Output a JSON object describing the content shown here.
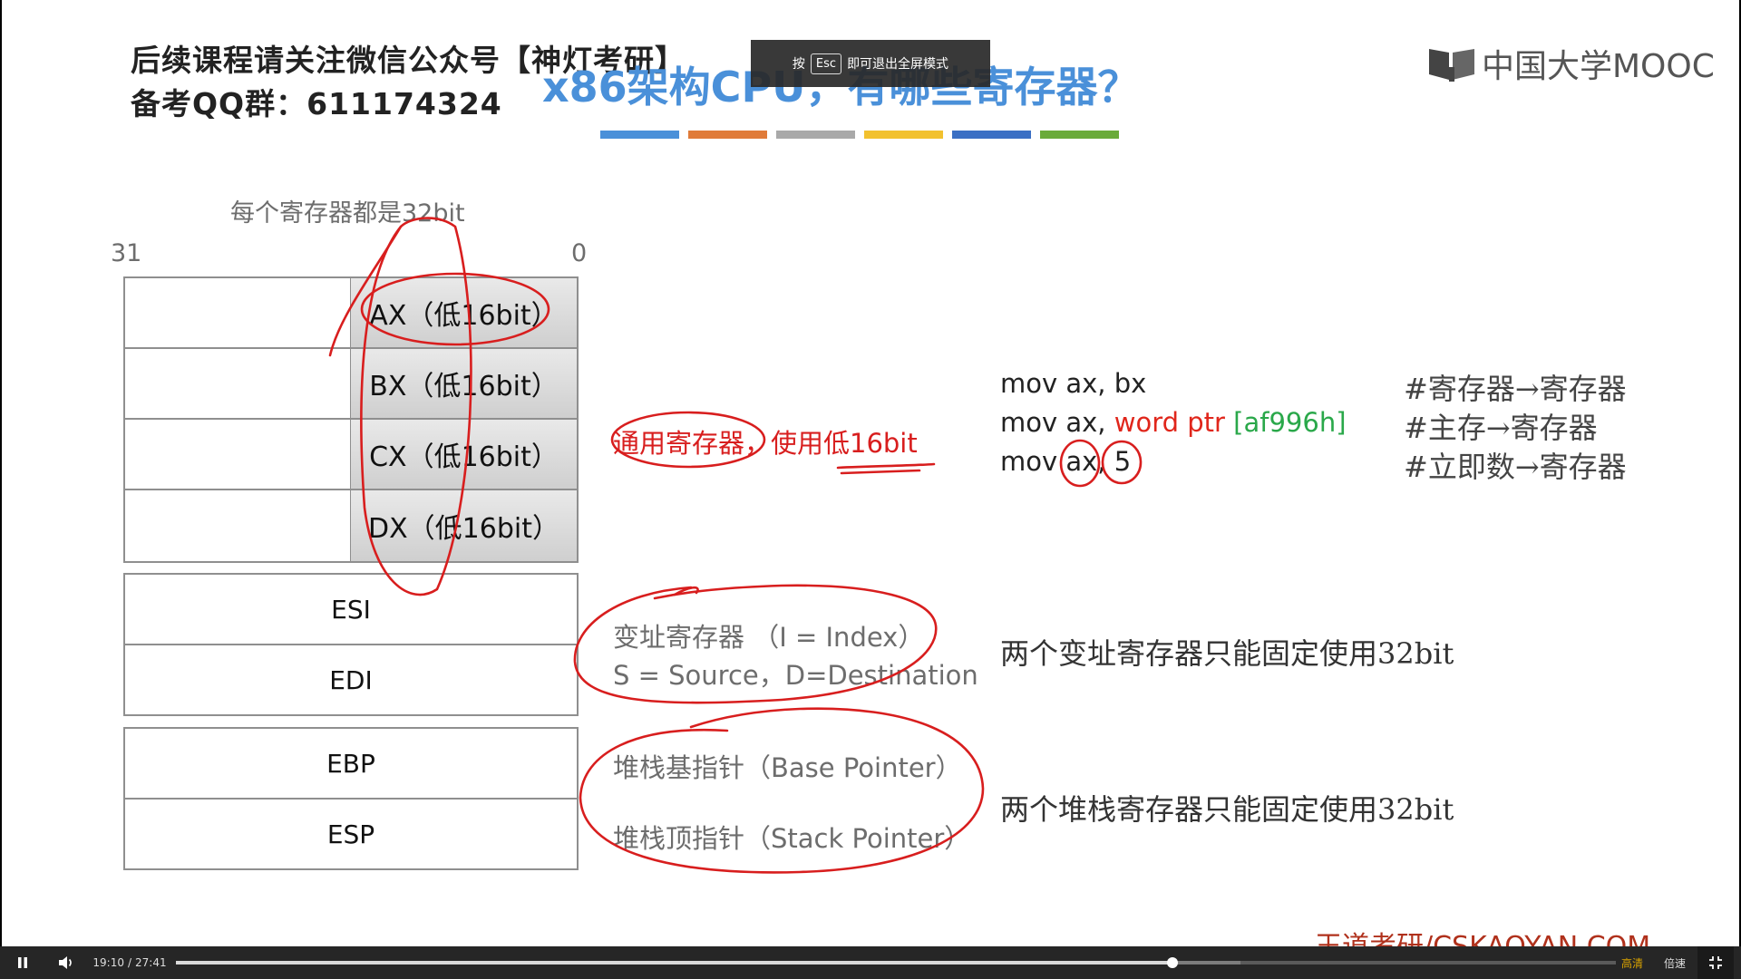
{
  "watermark": {
    "line1": "后续课程请关注微信公众号【神灯考研】",
    "line2": "备考QQ群：611174324"
  },
  "slide": {
    "title": "x86架构CPU，有哪些寄存器？",
    "title_color": "#4a90d9",
    "color_bar": [
      "#4a90d9",
      "#e07b39",
      "#a9a9a9",
      "#f2c12e",
      "#3a6fc4",
      "#6aab3a"
    ],
    "logo_text": "中国大学MOOC",
    "bit_width_note": "每个寄存器都是32bit",
    "bit_high": "31",
    "bit_low": "0",
    "general_registers": [
      "AX（低16bit）",
      "BX（低16bit）",
      "CX（低16bit）",
      "DX（低16bit）"
    ],
    "index_registers": [
      "ESI",
      "EDI"
    ],
    "stack_registers": [
      "EBP",
      "ESP"
    ],
    "general_label": "通用寄存器，使用低16bit",
    "index_label_1": "变址寄存器 （I = Index）",
    "index_label_2": "S = Source，D=Destination",
    "stack_label_1": "堆栈基指针（Base Pointer）",
    "stack_label_2": "堆栈顶指针（Stack Pointer）",
    "code": [
      {
        "prefix": "mov ax, bx",
        "red": "",
        "green": "",
        "comment": "#寄存器→寄存器"
      },
      {
        "prefix": "mov ax, ",
        "red": "word ptr ",
        "green": "[af996h]",
        "comment": "#主存→寄存器"
      },
      {
        "prefix": "mov ax, 5",
        "red": "",
        "green": "",
        "comment": "#立即数→寄存器"
      }
    ],
    "code_red_color": "#e0261b",
    "code_green_color": "#2aa84a",
    "index_note": "两个变址寄存器只能固定使用32bit",
    "stack_note": "两个堆栈寄存器只能固定使用32bit",
    "footer_watermark": "王道考研/CSKAOYAN.COM",
    "annotation_color": "#d81e1e"
  },
  "toast": {
    "before": "按",
    "key": "Esc",
    "after": "即可退出全屏模式"
  },
  "player": {
    "current_time": "19:10",
    "separator": "/",
    "duration": "27:41",
    "progress_fraction": 0.692,
    "quality_label": "高清",
    "speed_label": "倍速",
    "icons": [
      "pause-icon",
      "volume-icon",
      "exit-fullscreen-icon"
    ]
  }
}
